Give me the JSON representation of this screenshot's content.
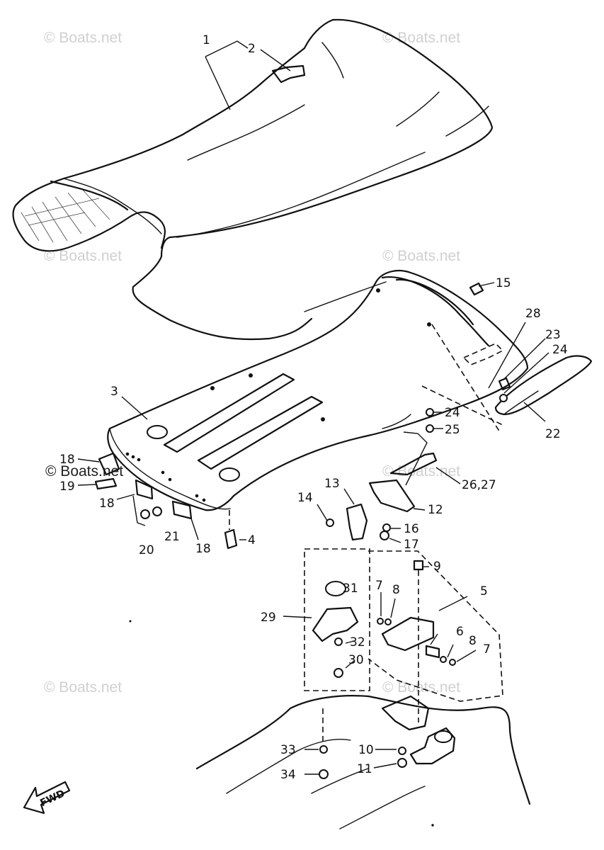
{
  "watermarks": {
    "top_left": "© Boats.net",
    "top_right": "© Boats.net",
    "mid_left": "© Boats.net",
    "mid_right": "© Boats.net",
    "side_left": "© Boats.net",
    "lower_right_center": "© Boats.net",
    "bottom_left": "© Boats.net",
    "bottom_right": "© Boats.net"
  },
  "direction_arrow": {
    "label": "FWD"
  },
  "callouts": {
    "c1": "1",
    "c2": "2",
    "c3": "3",
    "c4": "4",
    "c5": "5",
    "c6": "6",
    "c7a": "7",
    "c7b": "7",
    "c8a": "8",
    "c8b": "8",
    "c9": "9",
    "c10": "10",
    "c11": "11",
    "c12": "12",
    "c13": "13",
    "c14": "14",
    "c15": "15",
    "c16": "16",
    "c17": "17",
    "c18a": "18",
    "c18b": "18",
    "c18c": "18",
    "c19": "19",
    "c20": "20",
    "c21": "21",
    "c22": "22",
    "c23": "23",
    "c24a": "24",
    "c24b": "24",
    "c25": "25",
    "c26_27": "26,27",
    "c28": "28",
    "c29": "29",
    "c30": "30",
    "c31": "31",
    "c32": "32",
    "c33": "33",
    "c34": "34"
  }
}
